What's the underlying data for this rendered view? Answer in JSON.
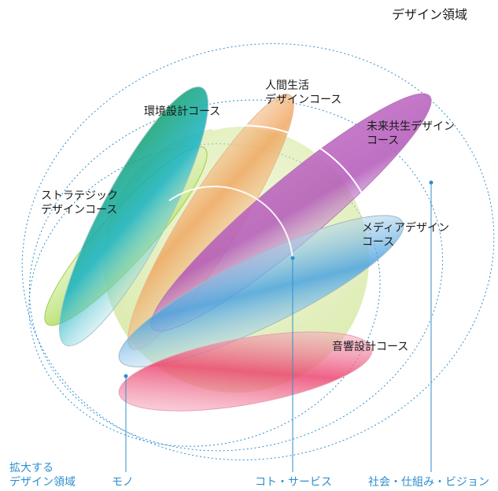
{
  "title": "デザイン領域",
  "courses": {
    "kankyo": "環境設計コース",
    "ningen": [
      "人間生活",
      "デザインコース"
    ],
    "mirai": [
      "未来共生デザイン",
      "コース"
    ],
    "strategic": [
      "ストラテジック",
      "デザインコース"
    ],
    "media": [
      "メディアデザイン",
      "コース"
    ],
    "onkyo": "音響設計コース"
  },
  "bottom_labels": {
    "kakudai": [
      "拡大する",
      "デザイン領域"
    ],
    "mono": "モノ",
    "koto": "コト・サービス",
    "shakai": "社会・仕組み・ビジョン"
  },
  "colors": {
    "annotation_blue": "#2f8fcf",
    "kankyo": "#1fb6c8",
    "ningen": "#f2b880",
    "mirai": "#c06cc0",
    "strategic": "#b5dd5a",
    "media": "#6fb6e6",
    "onkyo": "#ef5a7c"
  }
}
